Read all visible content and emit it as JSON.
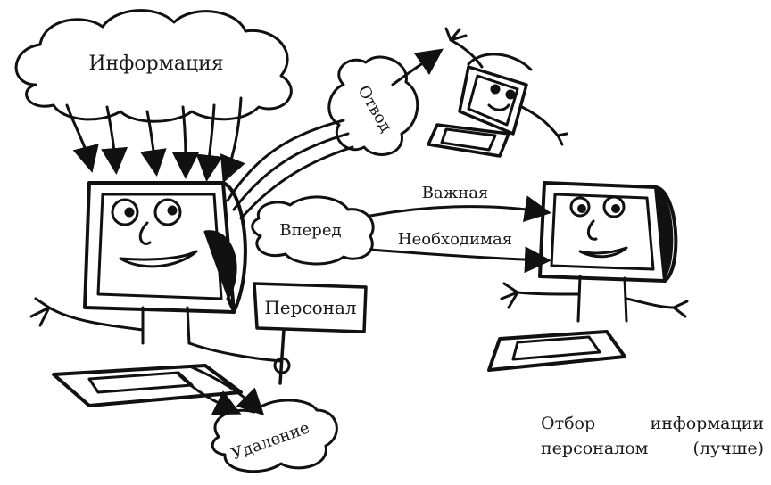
{
  "labels": {
    "information": "Информация",
    "diversion": "Отвод",
    "forward": "Вперед",
    "important": "Важная",
    "necessary": "Необходимая",
    "personnel": "Персонал",
    "deletion": "Удаление"
  },
  "caption": {
    "line1_a": "Отбор",
    "line1_b": "информации",
    "line2_a": "персоналом",
    "line2_b": "(лучше)"
  }
}
